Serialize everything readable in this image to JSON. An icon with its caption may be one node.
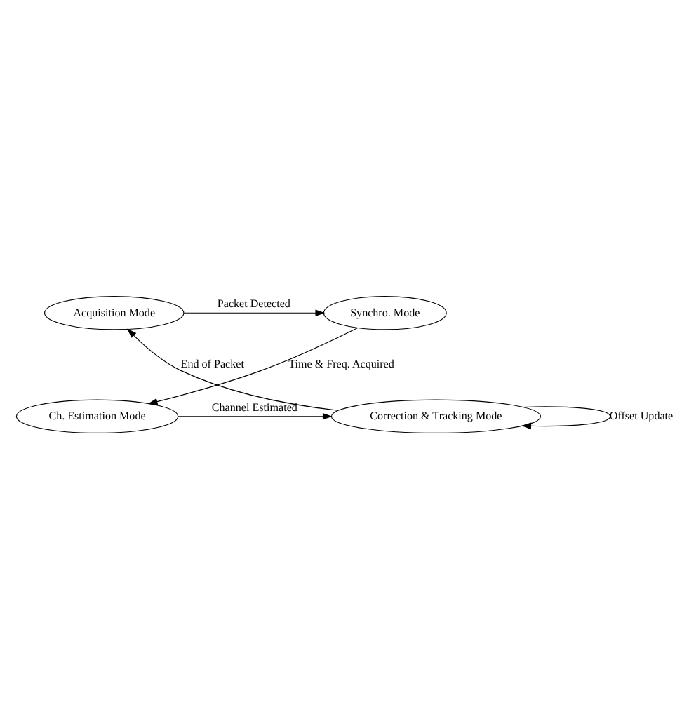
{
  "diagram": {
    "nodes": [
      {
        "text": [
          "Acquisition Mode"
        ]
      },
      {
        "text": [
          "Synchro. Mode"
        ]
      },
      {
        "text": [
          "Ch. Estimation Mode"
        ]
      },
      {
        "text": [
          "Correction & Tracking Mode"
        ]
      }
    ],
    "edges": [
      {
        "from": 0,
        "to": 1,
        "arrow": "to",
        "label": "Packet Detected"
      },
      {
        "from": 1,
        "to": 2,
        "arrow": "to",
        "label": "Time & Freq. Acquired"
      },
      {
        "from": 2,
        "to": 3,
        "arrow": "to",
        "label": "Channel Estimated"
      },
      {
        "from": 3,
        "to": 0,
        "arrow": "to",
        "label": "End of Packet"
      },
      {
        "from": 3,
        "to": 3,
        "arrow": "to",
        "label": "Offset Update"
      }
    ]
  }
}
